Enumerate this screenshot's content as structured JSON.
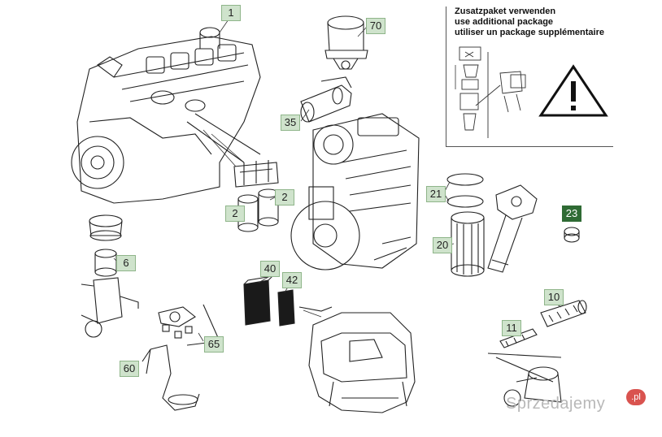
{
  "notice": {
    "lines": [
      "Zusatzpaket verwenden",
      "use additional package",
      "utiliser un package supplémentaire"
    ],
    "icon": "warning-triangle-icon"
  },
  "callouts": {
    "c1": "1",
    "c70": "70",
    "c35": "35",
    "c2a": "2",
    "c2b": "2",
    "c21": "21",
    "c20": "20",
    "c23": "23",
    "c6": "6",
    "c40": "40",
    "c42": "42",
    "c10": "10",
    "c11": "11",
    "c65": "65",
    "c60": "60"
  },
  "watermark": {
    "text": "Sprzedajemy",
    "badge": ".pl"
  },
  "colors": {
    "callout_fill": "#cfe3cc",
    "callout_dark": "#2f6b34",
    "line": "#222222"
  }
}
